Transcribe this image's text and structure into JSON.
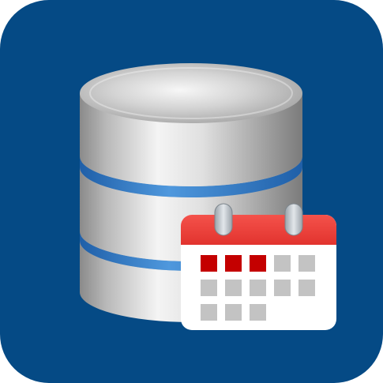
{
  "app_icon": {
    "icon_name": "database-calendar-icon",
    "parts": {
      "background": "rounded-square-background",
      "database": "database-cylinder-stack",
      "calendar": "calendar-icon"
    },
    "colors": {
      "background": "#054a85",
      "database_metal_light": "#f4f4f4",
      "database_metal_dark": "#7b7b7b",
      "database_ring": "#3a7fc8",
      "calendar_header": "#ef3f3a",
      "calendar_body": "#ffffff",
      "calendar_ring": "#c9cfd4",
      "day_highlight": "#c40000",
      "day_normal": "#c3c3c3"
    },
    "calendar": {
      "rows": [
        [
          "highlight",
          "highlight",
          "highlight",
          "normal",
          "normal"
        ],
        [
          "normal",
          "normal",
          "normal",
          "normal",
          "normal"
        ],
        [
          "normal",
          "normal",
          "normal",
          "",
          ""
        ]
      ]
    }
  }
}
